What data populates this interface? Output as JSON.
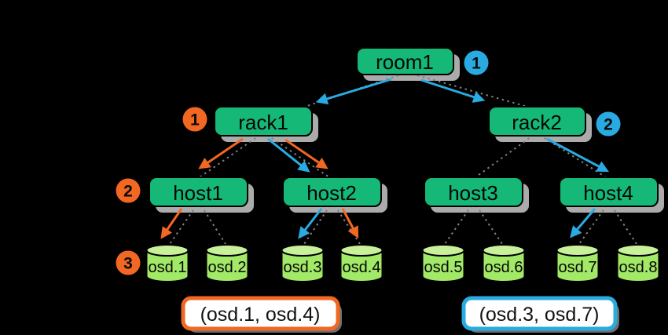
{
  "tree": {
    "room": "room1",
    "racks": [
      "rack1",
      "rack2"
    ],
    "hosts": [
      "host1",
      "host2",
      "host3",
      "host4"
    ],
    "osds": [
      "osd.1",
      "osd.2",
      "osd.3",
      "osd.4",
      "osd.5",
      "osd.6",
      "osd.7",
      "osd.8"
    ]
  },
  "step_badges": {
    "orange": [
      "1",
      "2",
      "3"
    ],
    "blue": [
      "1",
      "2"
    ]
  },
  "results": {
    "orange": "(osd.1, osd.4)",
    "blue": "(osd.3, osd.7)"
  },
  "edges": {
    "tree": [
      "room1-rack1",
      "room1-rack2",
      "rack1-host1",
      "rack1-host2",
      "rack2-host3",
      "rack2-host4",
      "host1-osd.1",
      "host1-osd.2",
      "host2-osd.3",
      "host2-osd.4",
      "host3-osd.5",
      "host3-osd.6",
      "host4-osd.7",
      "host4-osd.8"
    ],
    "orange_path": [
      "rack1-host1",
      "rack1-host2",
      "host1-osd.1",
      "host2-osd.4"
    ],
    "blue_path": [
      "room1-rack1",
      "room1-rack2",
      "rack1-host2",
      "rack2-host4",
      "host2-osd.3",
      "host4-osd.7"
    ]
  },
  "colors": {
    "background": "#000000",
    "node_fill": "#15b877",
    "node_stroke": "#000000",
    "node_shadow": "#ababab",
    "cylinder_body": "#a2e967",
    "cylinder_top": "#c9f19b",
    "orange": "#f26722",
    "blue": "#29abe2",
    "dashed_line": "#7e7e7e",
    "result_fill": "#ffffff",
    "text": "#000000"
  }
}
